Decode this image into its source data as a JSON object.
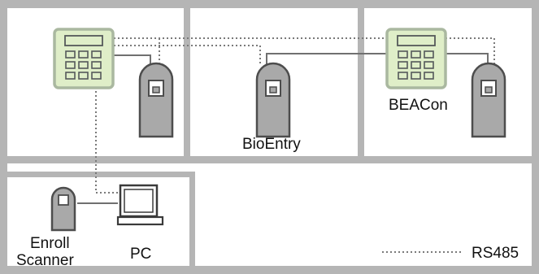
{
  "labels": {
    "bioentry": "BioEntry",
    "beacon": "BEACon",
    "enroll_line1": "Enroll",
    "enroll_line2": "Scanner",
    "pc": "PC"
  },
  "legend": {
    "rs485": "RS485"
  },
  "colors": {
    "frame": "#b5b5b5",
    "panel_fill": "#dfeec8",
    "panel_border": "#aab8a0",
    "reader_fill": "#a9a9a9",
    "reader_border": "#4d4d4d",
    "wire": "#707070",
    "rs485_line": "#7a7a7a"
  }
}
